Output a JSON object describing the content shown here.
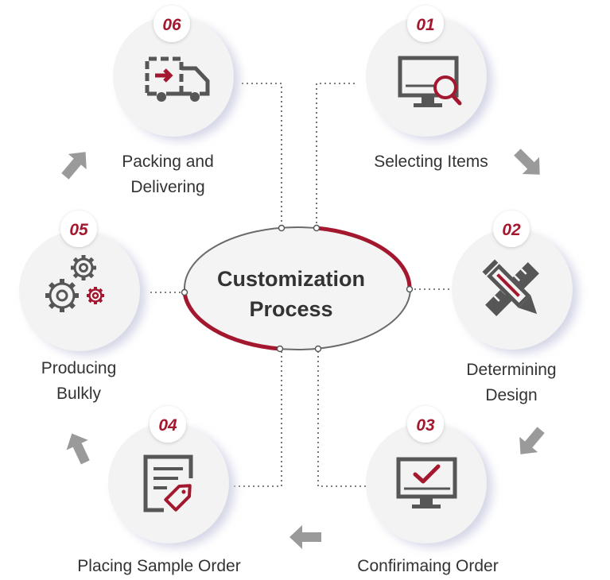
{
  "colors": {
    "accent": "#a3182e",
    "icon_gray": "#565656",
    "text": "#333333",
    "arrow": "#9a9a9a",
    "connector": "#555555",
    "circle_shadow": "#d5d6e6"
  },
  "center": {
    "line1": "Customization",
    "line2": "Process"
  },
  "steps": [
    {
      "number": "01",
      "label": [
        "Selecting Items"
      ],
      "icon": "monitor-search-icon"
    },
    {
      "number": "02",
      "label": [
        "Determining",
        "Design"
      ],
      "icon": "pencil-ruler-icon"
    },
    {
      "number": "03",
      "label": [
        "Confirimaing Order"
      ],
      "icon": "monitor-check-icon"
    },
    {
      "number": "04",
      "label": [
        "Placing Sample Order"
      ],
      "icon": "document-tag-icon"
    },
    {
      "number": "05",
      "label": [
        "Producing",
        "Bulkly"
      ],
      "icon": "gears-icon"
    },
    {
      "number": "06",
      "label": [
        "Packing and",
        "Delivering"
      ],
      "icon": "delivery-truck-icon"
    }
  ]
}
